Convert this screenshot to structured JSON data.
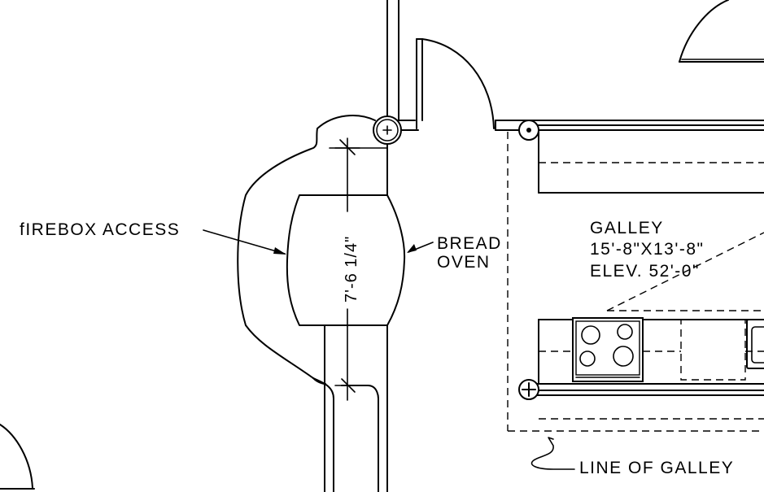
{
  "labels": {
    "firebox_access": "fIREBOX ACCESS",
    "bread_oven_line1": "BREAD",
    "bread_oven_line2": "OVEN",
    "galley_name": "GALLEY",
    "galley_size": "15'-8\"X13'-8\"",
    "galley_elev": "ELEV. 52'-0\"",
    "line_of_galley": "LINE OF GALLEY",
    "oven_dimension": "7'-6 1/4\""
  },
  "icons": [
    "column-marker-icon",
    "stove-icon",
    "sink-icon",
    "door-swing-icon"
  ]
}
